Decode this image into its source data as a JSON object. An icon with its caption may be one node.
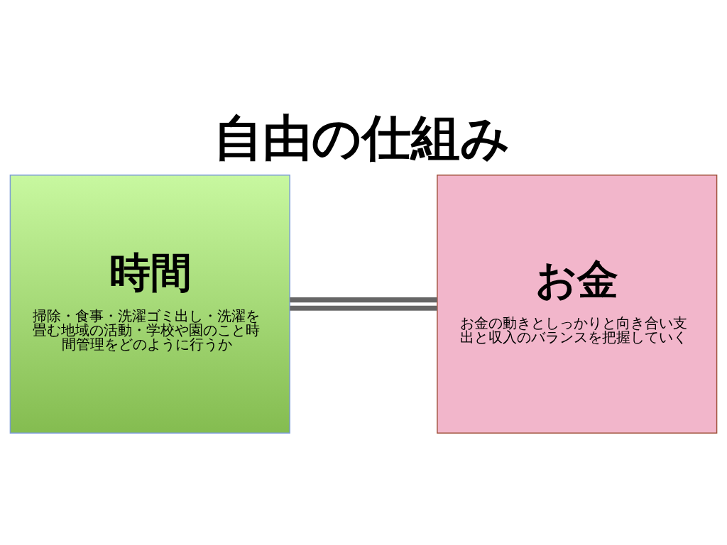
{
  "diagram": {
    "title": "自由の仕組み",
    "nodes": [
      {
        "text": [
          "時間",
          "掃除・食事・洗濯ゴミ出し・洗濯を畳む地域の活動・学校や園のこと時間管理をどのように行うか"
        ]
      },
      {
        "text": [
          "お金",
          "お金の動きとしっかりと向き合い支出と収入のバランスを把握していく"
        ]
      }
    ],
    "edges": [
      {
        "from": 0,
        "to": 1,
        "arrow": "none"
      }
    ]
  }
}
